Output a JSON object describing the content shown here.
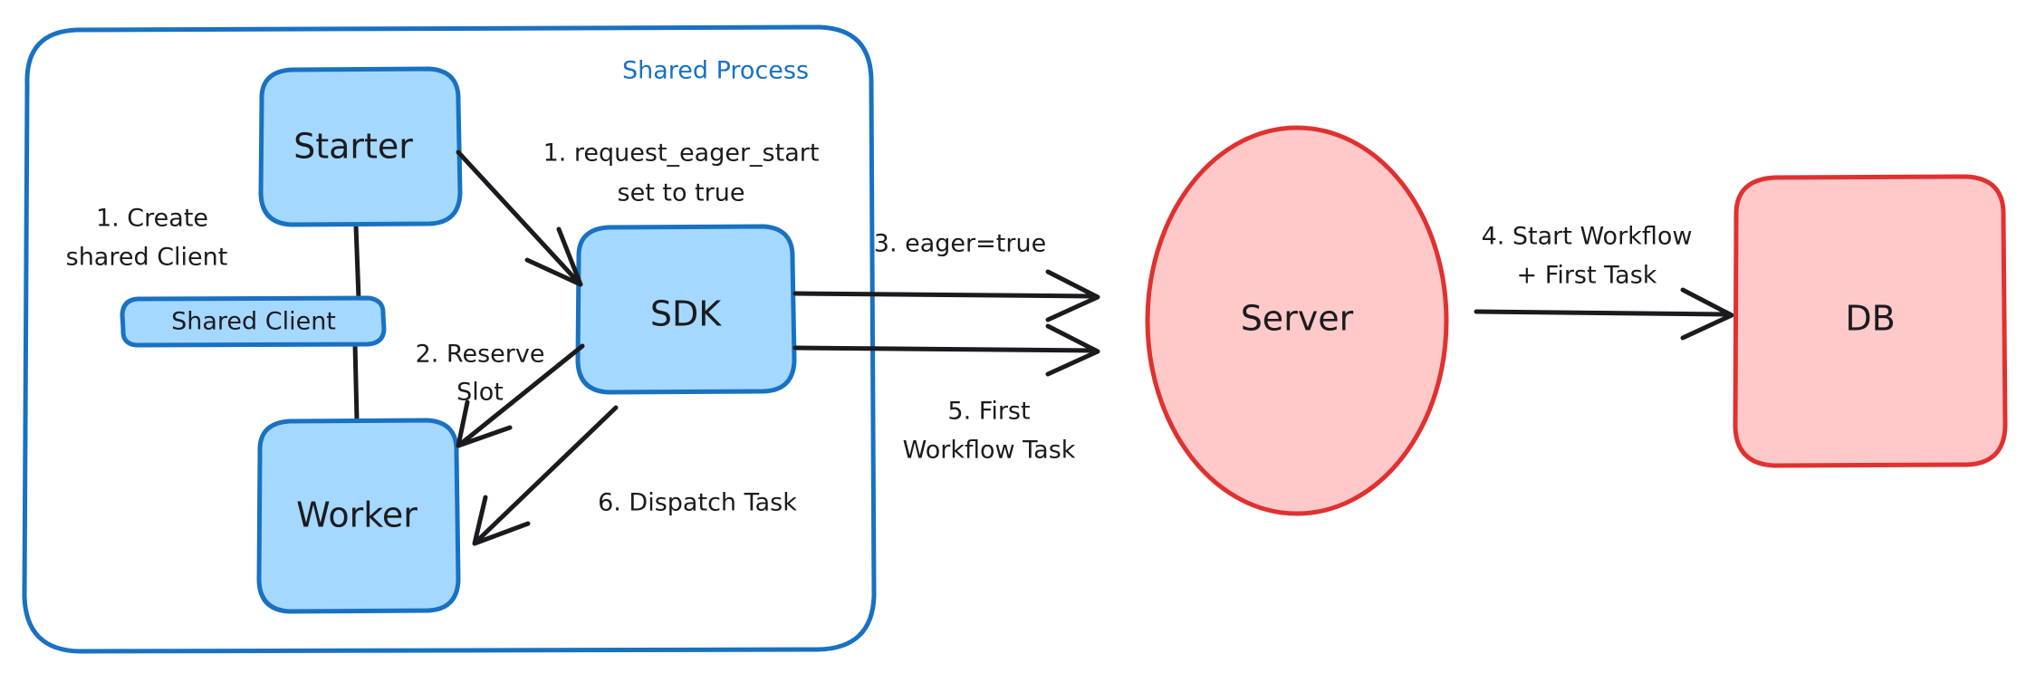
{
  "diagram": {
    "type": "architecture-flow",
    "title_visible": false,
    "palette": {
      "blue_fill": "#a5d8ff",
      "blue_stroke": "#1971c2",
      "red_fill": "#ffc9c9",
      "red_stroke": "#e03131",
      "text": "#1b1b1f",
      "background": "#ffffff"
    },
    "group": {
      "name": "shared-process",
      "title": "Shared Process"
    },
    "nodes": [
      {
        "id": "starter",
        "label": "Starter",
        "shape": "rounded-rect",
        "color": "blue"
      },
      {
        "id": "shared-client",
        "label": "Shared Client",
        "shape": "rounded-rect",
        "color": "blue"
      },
      {
        "id": "worker",
        "label": "Worker",
        "shape": "rounded-rect",
        "color": "blue"
      },
      {
        "id": "sdk",
        "label": "SDK",
        "shape": "rounded-rect",
        "color": "blue"
      },
      {
        "id": "server",
        "label": "Server",
        "shape": "ellipse",
        "color": "red"
      },
      {
        "id": "db",
        "label": "DB",
        "shape": "rounded-rect",
        "color": "red"
      }
    ],
    "edges": [
      {
        "id": "create-shared-client",
        "label": "1. Create\nshared Client",
        "line1": "1. Create",
        "line2": "shared Client",
        "from": "starter",
        "to": "shared-client",
        "arrow": false
      },
      {
        "id": "request-eager-start",
        "label": "1. request_eager_start\nset to true",
        "line1": "1. request_eager_start",
        "line2": "set to true",
        "from": "starter",
        "to": "sdk",
        "arrow": true
      },
      {
        "id": "reserve-slot",
        "label": "2. Reserve\nSlot",
        "line1": "2. Reserve",
        "line2": "Slot",
        "from": "sdk",
        "to": "worker",
        "arrow": true
      },
      {
        "id": "eager-true",
        "label": "3. eager=true",
        "line1": "3. eager=true",
        "line2": "",
        "from": "sdk",
        "to": "server",
        "arrow": true
      },
      {
        "id": "start-workflow-first-task",
        "label": "4. Start Workflow\n+ First Task",
        "line1": "4. Start Workflow",
        "line2": "+ First Task",
        "from": "server",
        "to": "db",
        "arrow": true
      },
      {
        "id": "first-workflow-task",
        "label": "5. First\nWorkflow Task",
        "line1": "5. First",
        "line2": "Workflow Task",
        "from": "server",
        "to": "sdk",
        "arrow": true
      },
      {
        "id": "dispatch-task",
        "label": "6. Dispatch Task",
        "line1": "6. Dispatch Task",
        "line2": "",
        "from": "sdk",
        "to": "worker",
        "arrow": true
      }
    ]
  }
}
